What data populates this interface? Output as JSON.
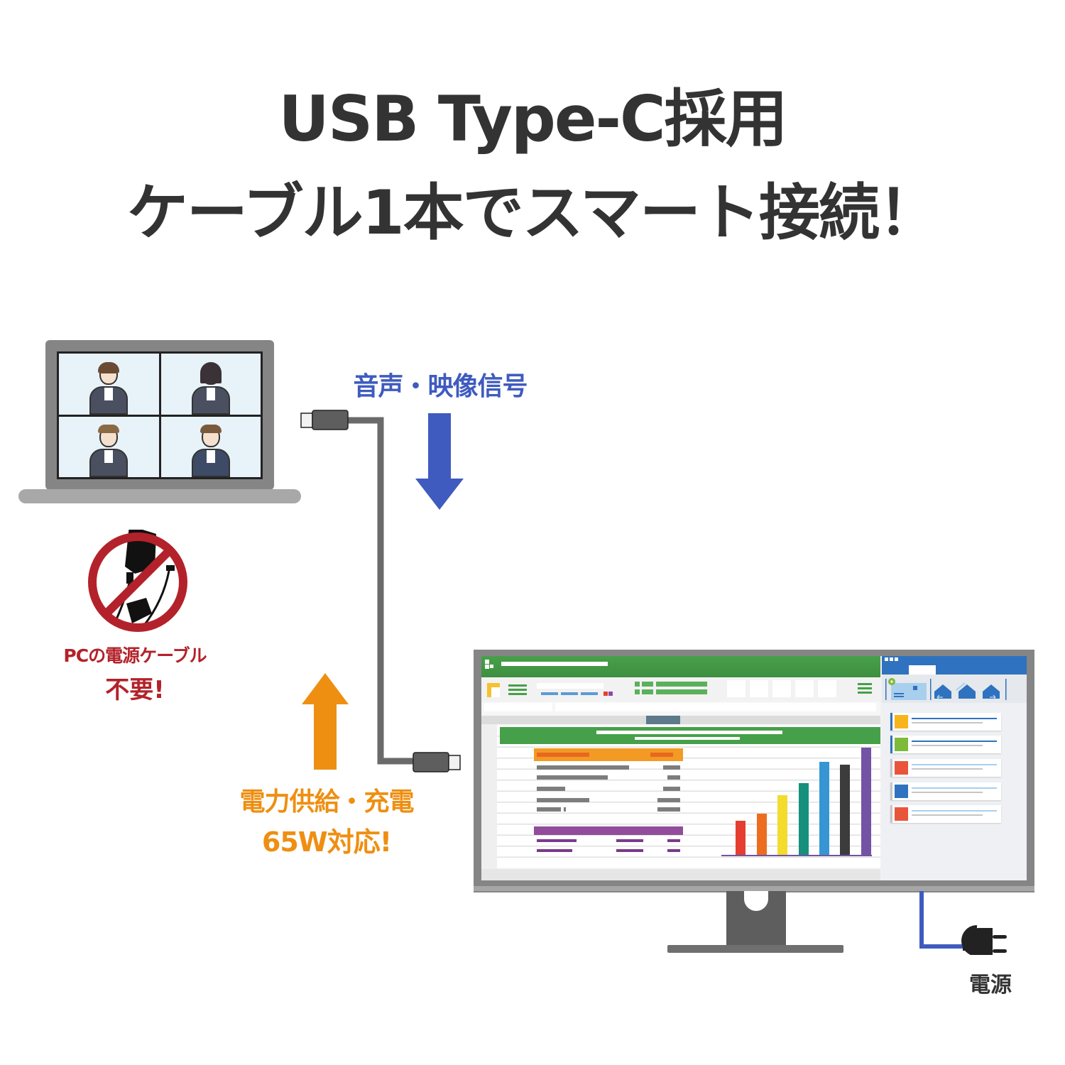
{
  "headline": {
    "line1": "USB Type-C採用",
    "line2": "ケーブル1本でスマート接続！",
    "color": "#333333"
  },
  "laptop": {
    "screen_content": "video-conference-4-participants",
    "participants": [
      {
        "position": "top-left",
        "hair": "#6b4a35",
        "gesture": "clapping"
      },
      {
        "position": "top-right",
        "hair": "#3a3236",
        "gesture": "presenting"
      },
      {
        "position": "bottom-left",
        "hair": "#8a6a45",
        "gesture": "waving"
      },
      {
        "position": "bottom-right",
        "hair": "#7a5a3c",
        "gesture": "clapping"
      }
    ]
  },
  "no_power_cable": {
    "icon": "no-ac-adapter-icon",
    "label_line1": "PCの電源ケーブル",
    "label_line2": "不要!",
    "color": "#b3222a"
  },
  "signal": {
    "label": "音声・映像信号",
    "direction": "down",
    "color": "#3f5bbf"
  },
  "power_delivery": {
    "label_line1": "電力供給・充電",
    "label_line2": "65W対応!",
    "direction": "up",
    "color": "#ee8f12"
  },
  "cable": {
    "type": "USB Type-C",
    "color": "#6a6a6a"
  },
  "monitor": {
    "apps": [
      "spreadsheet",
      "mail"
    ],
    "spreadsheet": {
      "accent": "#46a049",
      "chart_bar_colors": [
        "#e53d2f",
        "#ec6d20",
        "#f3dc2d",
        "#16907d",
        "#3596d3",
        "#3c3c3c",
        "#7353a3"
      ],
      "chart_bar_heights": [
        48,
        58,
        84,
        101,
        131,
        127,
        151
      ]
    },
    "mail": {
      "accent": "#2f72bf",
      "contacts": [
        {
          "avatar_color": "#f7b51b",
          "accent": "#2f72bf",
          "line_color": "#2f72bf"
        },
        {
          "avatar_color": "#7dba3a",
          "accent": "#2f72bf",
          "line_color": "#2f72bf"
        },
        {
          "avatar_color": "#e9553a",
          "accent": "#c6c6c6",
          "line_color": "#a9cfee"
        },
        {
          "avatar_color": "#2f72bf",
          "accent": "#c6c6c6",
          "line_color": "#a9cfee"
        },
        {
          "avatar_color": "#e9553a",
          "accent": "#c6c6c6",
          "line_color": "#a9cfee"
        }
      ]
    }
  },
  "power_source": {
    "label": "電源",
    "cord_color": "#3f5bbf"
  }
}
